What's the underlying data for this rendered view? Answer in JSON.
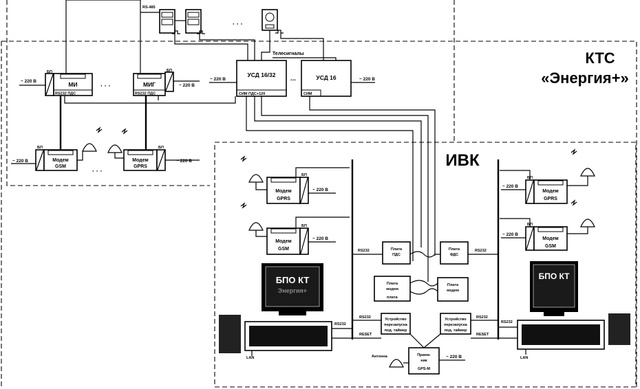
{
  "regions": {
    "ktc_title_line1": "КТС",
    "ktc_title_line2": "«Энергия+»",
    "ivk_title": "ИВК"
  },
  "labels": {
    "telesignals": "Телесигналы",
    "rs485": "RS-485",
    "dots": "· · ·",
    "ellipsis": "...",
    "power": "~ 220 В",
    "bp": "БП",
    "rs232": "RS232",
    "reset": "RESET",
    "antenna": "Антенна",
    "lan": "LAN"
  },
  "devices": {
    "mi": "МИ",
    "mig": "МИГ",
    "mi_ports": "RS232  ПДС",
    "mig_ports": "RS232  ПДС",
    "usd1632": "УСД 16/32",
    "usd16": "УСД 16",
    "usd_ports": "СИМ  ПДС+120",
    "usd16_ports": "СИМ",
    "modem": "Модем",
    "gsm": "GSM",
    "gprs": "GPRS",
    "rs232_tag": "RS232"
  },
  "ivk": {
    "plata_pds": [
      "Плата",
      "ПДС"
    ],
    "plata_fds": [
      "Плата",
      "ФДС"
    ],
    "plata_modem": [
      "Плата",
      "модем"
    ],
    "plata_modem_sub": "плата",
    "plata_modem_r": [
      "Плата",
      "модем"
    ],
    "reset_dev_l": [
      "Устройство",
      "перезапуска",
      "под. таймер"
    ],
    "reset_dev_r": [
      "Устройство",
      "перезапуска",
      "под. таймер"
    ],
    "receiver": [
      "Прием-",
      "ник",
      "GPS-М"
    ],
    "monitor_l": [
      "БПО КТ",
      "Энергия+"
    ],
    "monitor_r": [
      "БПО КТ",
      ""
    ]
  }
}
